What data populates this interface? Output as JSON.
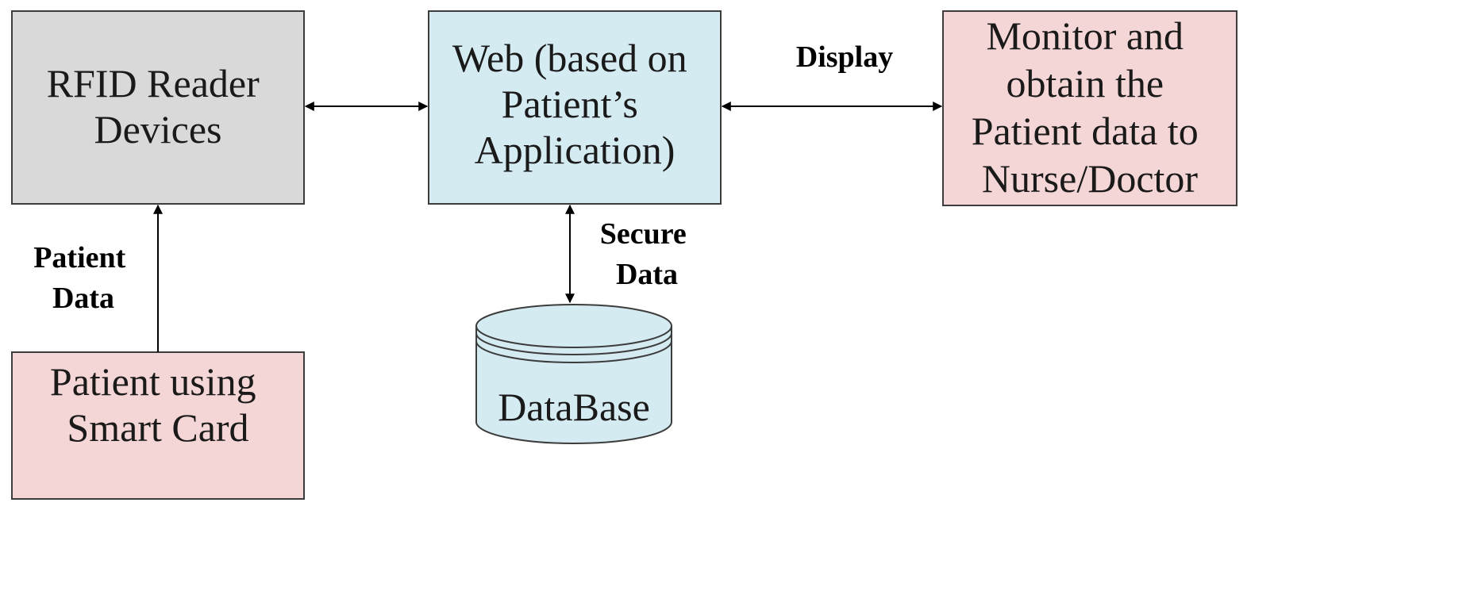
{
  "nodes": {
    "rfid": {
      "lines": [
        "RFID Reader",
        "Devices"
      ],
      "fill": "#d9d9d9"
    },
    "web": {
      "lines": [
        "Web (based on",
        "Patient’s",
        "Application)"
      ],
      "fill": "#d5ebf2"
    },
    "monitor": {
      "lines": [
        "Monitor and",
        "obtain the",
        "Patient data to",
        "Nurse/Doctor"
      ],
      "fill": "#f5d6d6"
    },
    "patient": {
      "lines": [
        "Patient using",
        "Smart Card"
      ],
      "fill": "#f5d6d6"
    },
    "database": {
      "label": "DataBase",
      "fill": "#d5ebf2"
    }
  },
  "edges": {
    "display": {
      "label": "Display"
    },
    "secure": {
      "lines": [
        "Secure",
        "Data"
      ]
    },
    "patient_data": {
      "lines": [
        "Patient",
        "Data"
      ]
    }
  },
  "colors": {
    "stroke": "#3c3c3c",
    "arrow": "#000000",
    "text": "#1a1a1a"
  }
}
